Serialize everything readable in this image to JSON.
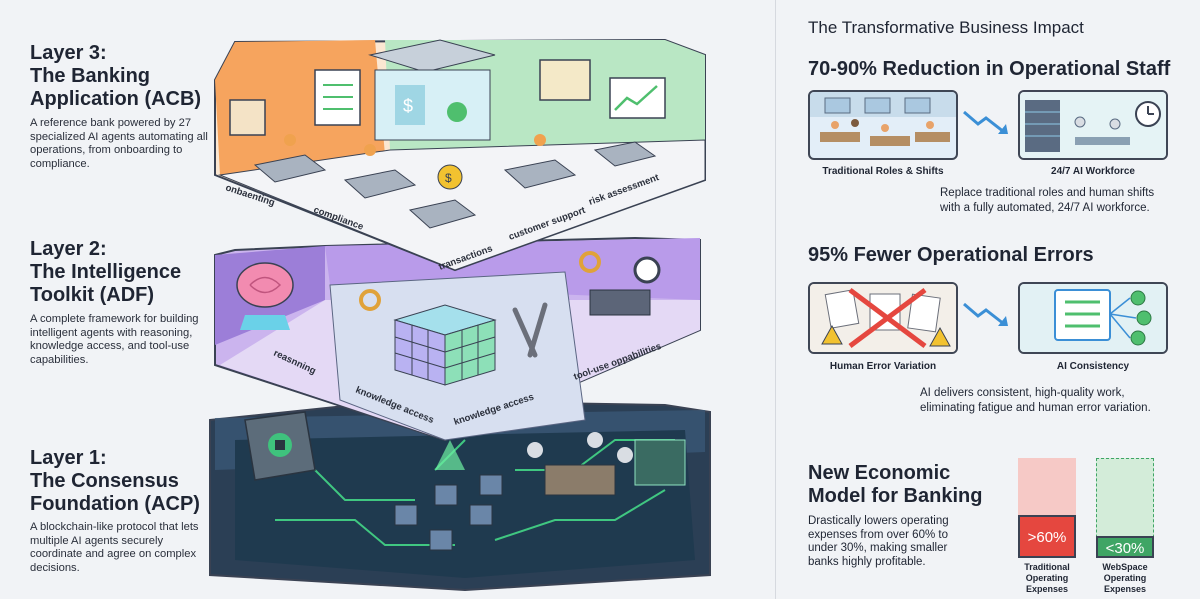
{
  "layers": [
    {
      "title_line1": "Layer 3:",
      "title_line2": "The Banking",
      "title_line3": "Application (ACB)",
      "description": "A reference bank powered by 27 specialized AI agents automating all operations, from onboarding to compliance.",
      "labels": [
        "onbaenting",
        "compliance",
        "transactions",
        "customer support",
        "risk assessment"
      ],
      "color": "#f08a3a"
    },
    {
      "title_line1": "Layer 2:",
      "title_line2": "The Intelligence",
      "title_line3": "Toolkit (ADF)",
      "description": "A complete framework for building intelligent agents with reasoning, knowledge access, and tool-use capabilities.",
      "labels": [
        "reasnning",
        "knowledge access",
        "knowledge access",
        "tool-use oppabilities"
      ],
      "color": "#8e63d4"
    },
    {
      "title_line1": "Layer 1:",
      "title_line2": "The Consensus",
      "title_line3": "Foundation (ACP)",
      "description": "A blockchain-like protocol that lets multiple AI agents securely coordinate and agree on complex decisions.",
      "color": "#2f5a7a"
    }
  ],
  "impact": {
    "title": "The Transformative Business Impact",
    "sections": [
      {
        "heading": "70-90% Reduction in Operational Staff",
        "left_caption": "Traditional Roles & Shifts",
        "right_caption": "24/7 AI Workforce",
        "text_line1": "Replace traditional roles and human shifts",
        "text_line2": "with a fully automated, 24/7 AI workforce."
      },
      {
        "heading": "95% Fewer Operational Errors",
        "left_caption": "Human Error Variation",
        "right_caption": "AI Consistency",
        "text_line1": "AI delivers consistent, high-quality work,",
        "text_line2": "eliminating fatigue and human error variation."
      }
    ],
    "economic": {
      "heading_line1": "New Economic",
      "heading_line2": "Model for Banking",
      "text": "Drastically lowers operating expenses from over 60% to under 30%, making smaller banks highly profitable."
    }
  },
  "chart_data": {
    "type": "bar",
    "categories": [
      "Traditional Operating Expenses",
      "WebSpace Operating Expenses"
    ],
    "category_lines": [
      [
        "Traditional",
        "Operating",
        "Expenses"
      ],
      [
        "WebSpace",
        "Operating",
        "Expenses"
      ]
    ],
    "values": [
      60,
      30
    ],
    "value_labels": [
      ">60%",
      "<30%"
    ],
    "colors": [
      "#e5473f",
      "#3fa565"
    ],
    "ylim": [
      0,
      100
    ]
  }
}
